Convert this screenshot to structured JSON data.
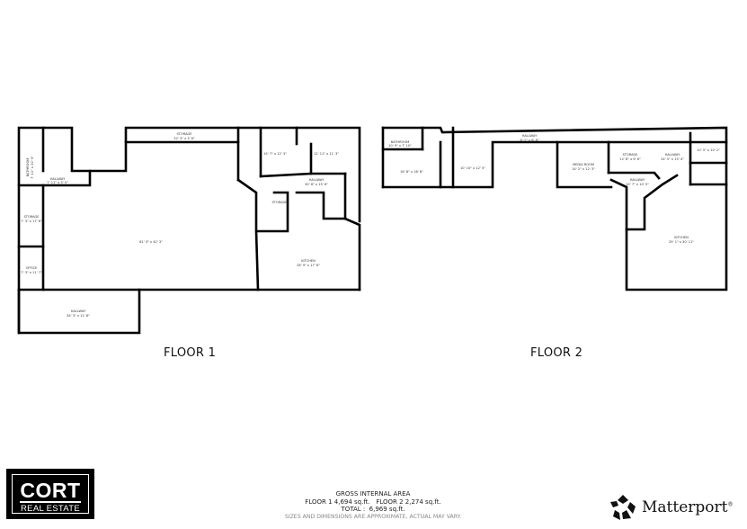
{
  "floor1": {
    "label": "FLOOR 1",
    "rooms": [
      {
        "name": "BATHROOM",
        "dims": "7' 11\" x 10' 9\""
      },
      {
        "name": "ROOM",
        "dims": ""
      },
      {
        "name": "HALLWAY",
        "dims": "7' 11\" x 3' 5\""
      },
      {
        "name": "STORAGE",
        "dims": "32' 3\" x 3' 6\""
      },
      {
        "name": "",
        "dims": "61' 3\" x 42' 3\""
      },
      {
        "name": "STORAGE",
        "dims": "7' 3\" x 17' 6\""
      },
      {
        "name": "OFFICE",
        "dims": "7' 3\" x 11' 7\""
      },
      {
        "name": "HALLWAY",
        "dims": "34' 3\" x 11' 8\""
      },
      {
        "name": "",
        "dims": "15' 7\" x 12' 3\""
      },
      {
        "name": "",
        "dims": "12' 11\" x 11' 3\""
      },
      {
        "name": "HALLWAY",
        "dims": "30' 6\" x 15' 6\""
      },
      {
        "name": "STORAGE",
        "dims": ""
      },
      {
        "name": "KITCHEN",
        "dims": "28' 9\" x 17' 6\""
      }
    ]
  },
  "floor2": {
    "label": "FLOOR 2",
    "rooms": [
      {
        "name": "BATHROOM",
        "dims": "10' 9\" x 7' 10\""
      },
      {
        "name": "",
        "dims": "16' 8\" x 16' 8\""
      },
      {
        "name": "",
        "dims": "10' 10\" x 12' 5\""
      },
      {
        "name": "HALLWAY",
        "dims": "6' 1\" x 6' 8\""
      },
      {
        "name": "MEDIA ROOM",
        "dims": "14' 2\" x 12' 3\""
      },
      {
        "name": "STORAGE",
        "dims": "12' 8\" x 6' 6\""
      },
      {
        "name": "HALLWAY",
        "dims": "24' 5\" x 15' 4\""
      },
      {
        "name": "",
        "dims": "10' 5\" x 10' 2\""
      },
      {
        "name": "HALLWAY",
        "dims": "10' 7\" x 10' 5\""
      },
      {
        "name": "KITCHEN",
        "dims": "29' 1\" x 30' 11\""
      }
    ]
  },
  "gross_area": {
    "title": "GROSS INTERNAL AREA",
    "line": "FLOOR 1 4,694 sq.ft.   FLOOR 2 2,274 sq.ft.",
    "total": "TOTAL :  6,969 sq.ft.",
    "disclaimer": "SIZES AND DIMENSIONS ARE APPROXIMATE, ACTUAL MAY VARY."
  },
  "branding": {
    "cort_main": "CORT",
    "cort_sub": "REAL ESTATE",
    "matterport": "Matterport",
    "matterport_reg": "®"
  }
}
